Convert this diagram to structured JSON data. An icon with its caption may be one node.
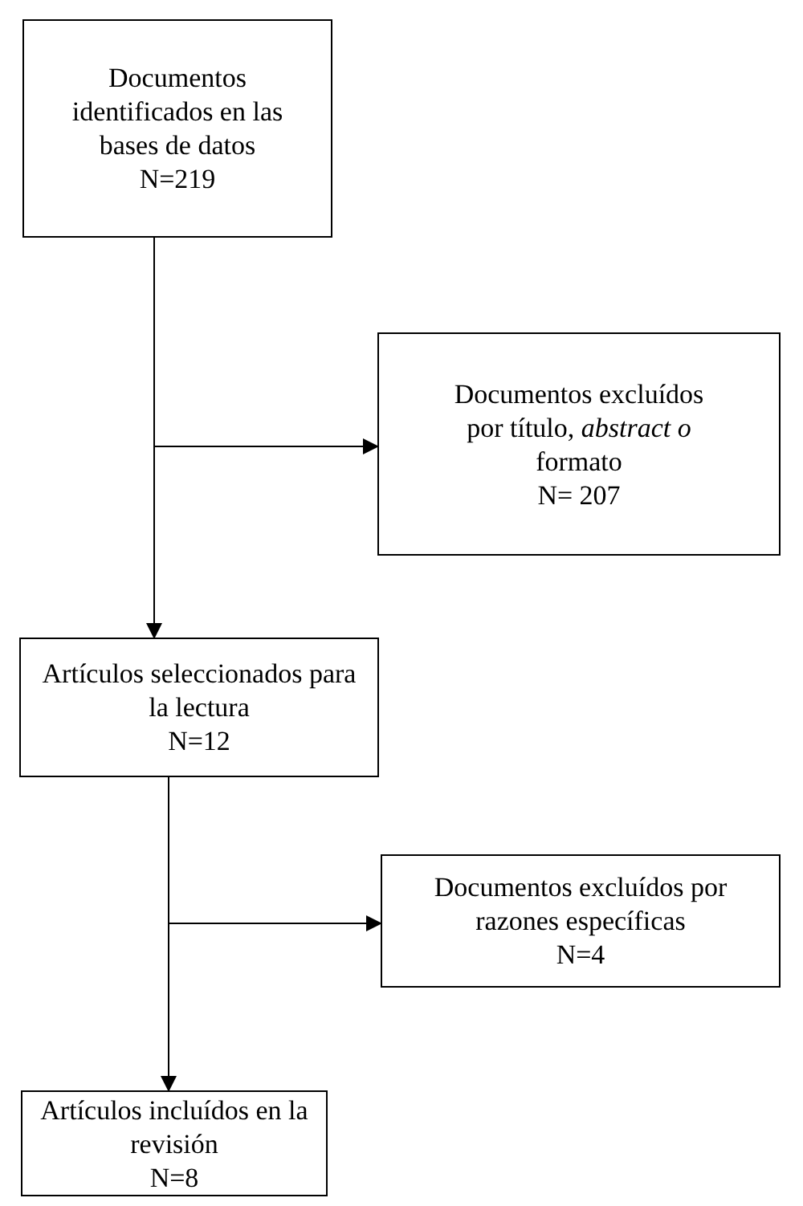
{
  "diagram": {
    "nodes": [
      {
        "text": [
          "Documentos identificados en las bases de datos",
          "N=219"
        ]
      },
      {
        "text": [
          "Documentos excluídos por título, *abstract o* formato",
          "N= 207"
        ]
      },
      {
        "text": [
          "Artículos seleccionados para la lectura",
          "N=12"
        ]
      },
      {
        "text": [
          "Documentos excluídos por razones específicas",
          "N=4"
        ]
      },
      {
        "text": [
          "Artículos incluídos en la revisión",
          "N=8"
        ]
      }
    ],
    "edges": [
      {
        "from": 0,
        "to": 2,
        "arrow": "to"
      },
      {
        "from": 0,
        "to": 1,
        "arrow": "to"
      },
      {
        "from": 2,
        "to": 4,
        "arrow": "to"
      },
      {
        "from": 2,
        "to": 3,
        "arrow": "to"
      }
    ]
  }
}
